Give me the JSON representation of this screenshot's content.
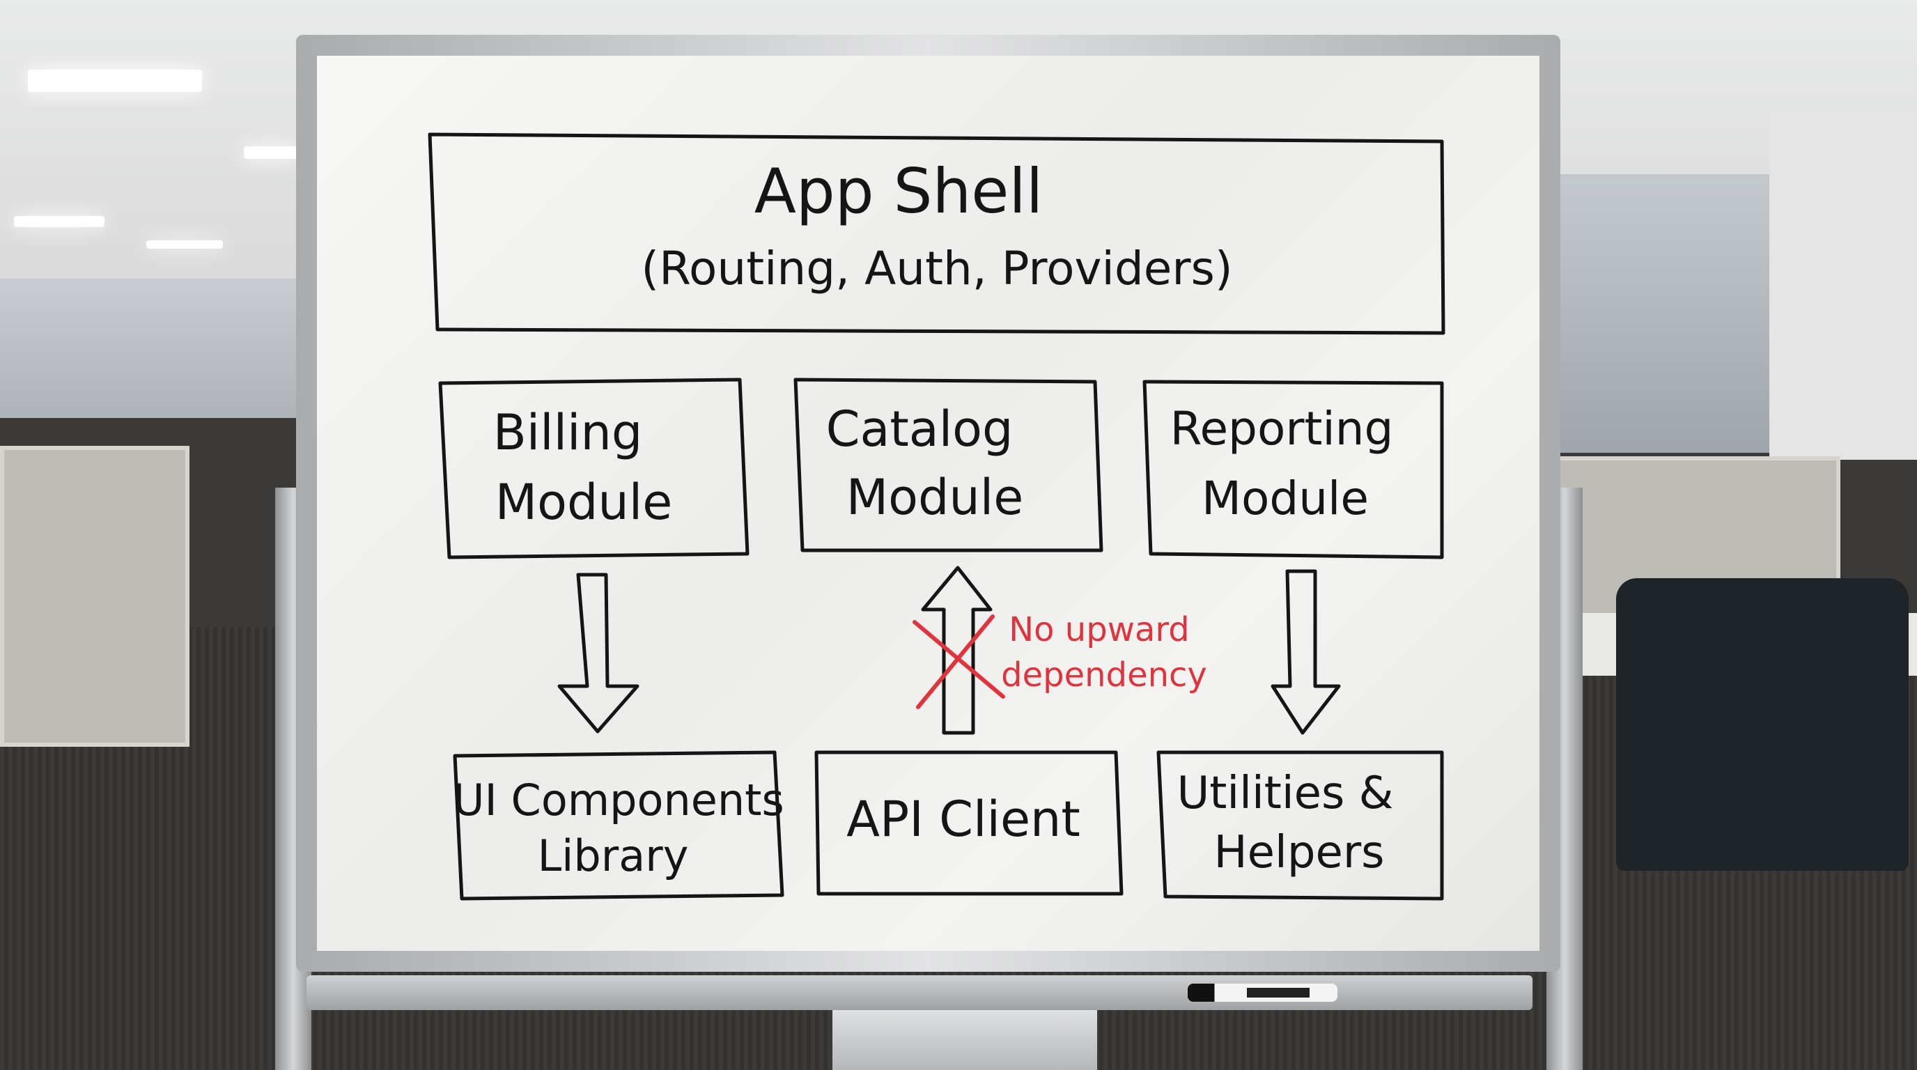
{
  "diagram": {
    "top_box": {
      "title": "App Shell",
      "subtitle": "(Routing, Auth, Providers)"
    },
    "modules": [
      {
        "line1": "Billing",
        "line2": "Module"
      },
      {
        "line1": "Catalog",
        "line2": "Module"
      },
      {
        "line1": "Reporting",
        "line2": "Module"
      }
    ],
    "libraries": [
      {
        "line1": "UI Components",
        "line2": "Library"
      },
      {
        "line1": "API Client",
        "line2": ""
      },
      {
        "line1": "Utilities &",
        "line2": "Helpers"
      }
    ],
    "annotation": {
      "line1": "No upward",
      "line2": "dependency",
      "color": "#e0343c"
    },
    "ink_color": "#151515"
  }
}
